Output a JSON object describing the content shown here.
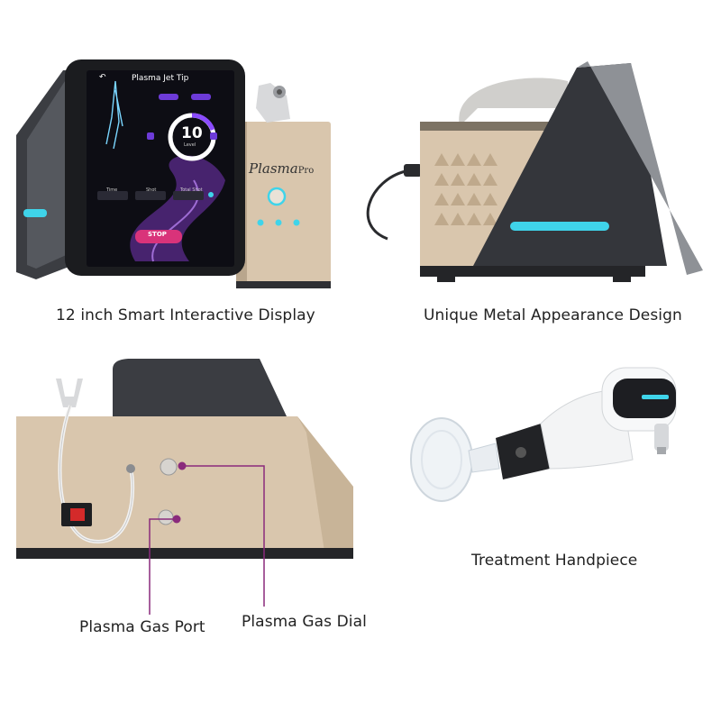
{
  "captions": {
    "display": "12 inch Smart Interactive Display",
    "design": "Unique Metal Appearance Design",
    "handpiece": "Treatment Handpiece",
    "gas_port": "Plasma Gas Port",
    "gas_dial": "Plasma Gas Dial"
  },
  "screen": {
    "title": "Plasma Jet Tip",
    "level_value": "10",
    "level_label": "Level",
    "stat_time": "Time",
    "stat_shot": "Shot",
    "stat_total": "Total Shot",
    "stop_label": "STOP"
  },
  "brand": {
    "word_italic": "Plasma",
    "word_suffix": "Pro"
  },
  "colors": {
    "accent_cyan": "#3fd4ea",
    "callout_purple": "#8a2a7c",
    "body_gold": "#d9c6ad",
    "dark_panel": "#2f3135"
  }
}
